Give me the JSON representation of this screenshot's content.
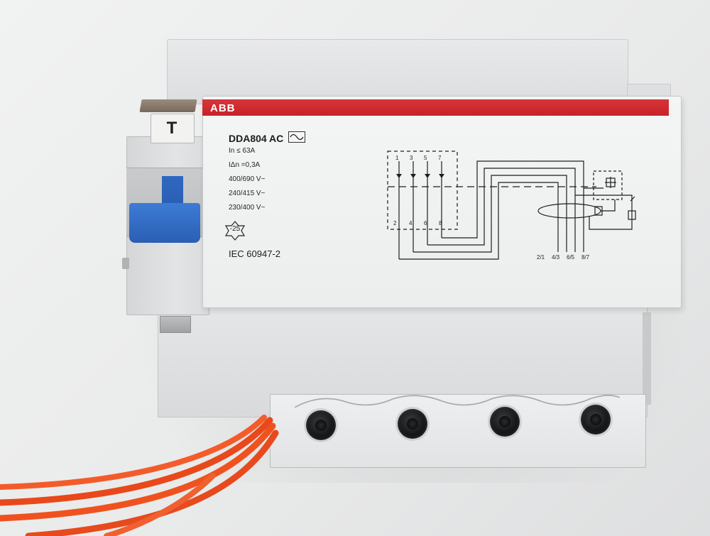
{
  "device": {
    "brand_logo": "ABB",
    "model": "DDA804 AC",
    "ac_symbol": "sine-wave-icon",
    "specs": [
      "In ≤ 63A",
      "IΔn =0,3A",
      "400/690 V~",
      "240/415 V~",
      "230/400 V~"
    ],
    "temperature_badge": "-25",
    "standard": "IEC 60947-2",
    "test_button": "T",
    "schematic": {
      "top_terminals": [
        "1",
        "3",
        "5",
        "7"
      ],
      "bottom_terminals": [
        "2",
        "4",
        "6",
        "8"
      ],
      "output_terminals": [
        "2/1",
        "4/3",
        "6/5",
        "8/7"
      ]
    }
  },
  "colors": {
    "brand_red": "#c5222a",
    "lever_blue": "#2a5fb3",
    "cable_orange": "#f0521f",
    "housing_gray": "#e5e6e7"
  }
}
